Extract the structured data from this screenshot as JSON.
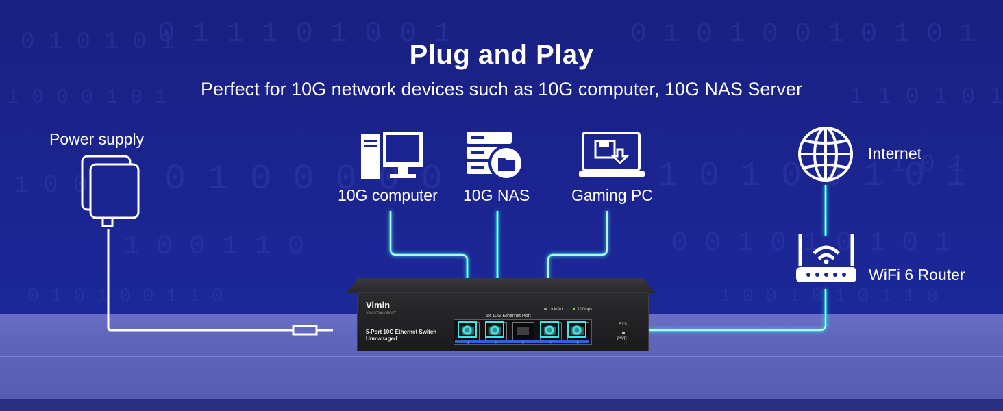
{
  "header": {
    "title": "Plug and Play",
    "subtitle": "Perfect for 10G network devices such as 10G computer, 10G NAS Server"
  },
  "devices": {
    "power_supply": "Power supply",
    "computer": "10G computer",
    "nas": "10G NAS",
    "gaming_pc": "Gaming PC",
    "internet": "Internet",
    "router": "WiFi 6 Router"
  },
  "switch": {
    "brand": "Vimin",
    "model": "VM-ST00-0500T",
    "description_line1": "5-Port 10G Ethernet Switch",
    "description_line2": "Unmanaged",
    "port_title": "5x 10G Ethernet Port",
    "led_link": "Link/Act",
    "led_speed": "10Gbps",
    "sys_label": "SYS",
    "pwr_label": "PWR",
    "ports": [
      "1",
      "2",
      "3",
      "4",
      "5"
    ]
  },
  "colors": {
    "background": "#1b2490",
    "shelf": "#5f66bd",
    "cable_glow": "#3ee6e6",
    "cable_white": "#ffffff",
    "led_green": "#7dd34a"
  }
}
